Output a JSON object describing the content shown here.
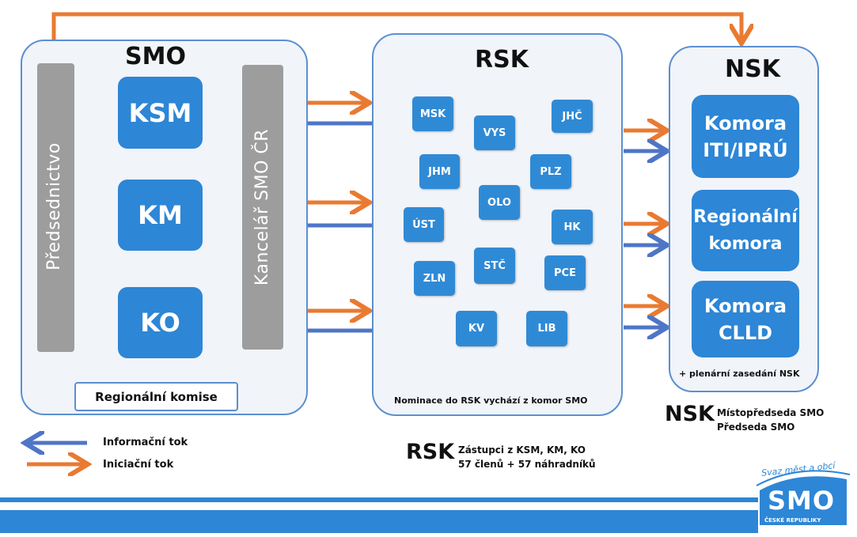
{
  "smo": {
    "title": "SMO",
    "presidium": "Předsednictvo",
    "office": "Kancelář SMO ČR",
    "chambers": [
      "KSM",
      "KM",
      "KO"
    ],
    "regional_commission": "Regionální komise"
  },
  "rsk": {
    "title": "RSK",
    "regions": [
      "MSK",
      "VYS",
      "JHČ",
      "JHM",
      "PLZ",
      "OLO",
      "ÚST",
      "HK",
      "ZLN",
      "STČ",
      "PCE",
      "KV",
      "LIB"
    ],
    "nomination_note": "Nominace do RSK vychází z komor SMO",
    "legend_abbr": "RSK",
    "legend_line1": "Zástupci z KSM, KM, KO",
    "legend_line2": "57 členů + 57 náhradníků"
  },
  "nsk": {
    "title": "NSK",
    "chambers": [
      {
        "line1": "Komora",
        "line2": "ITI/IPRÚ"
      },
      {
        "line1": "Regionální",
        "line2": "komora"
      },
      {
        "line1": "Komora",
        "line2": "CLLD"
      }
    ],
    "plenary_note": "+ plenární zasedání NSK",
    "legend_abbr": "NSK",
    "legend_line1": "Místopředseda SMO",
    "legend_line2": "Předseda SMO"
  },
  "legend": {
    "info_flow": "Informační tok",
    "init_flow": "Iniciační tok"
  },
  "logo": {
    "tagline": "Svaz měst a obcí",
    "name": "SMO",
    "subtitle": "ČESKÉ REPUBLIKY"
  },
  "colors": {
    "info_arrow": "#4f75c6",
    "init_arrow": "#e97a32",
    "box_blue": "#2d86d6",
    "panel_border": "#5b8fd0",
    "bar_gray": "#9d9d9d"
  }
}
